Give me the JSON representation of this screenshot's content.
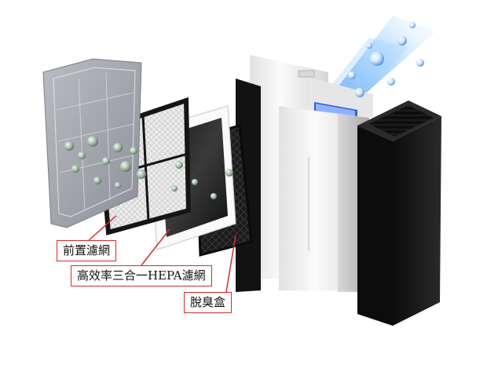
{
  "labels": {
    "prefilter": "前置濾網",
    "hepa": "高效率三合一HEPA濾網",
    "deodorizer": "脫臭盒"
  },
  "colors": {
    "callout_border": "#d62b2b",
    "leader_line": "#d62b2b",
    "airflow": "#3a8de8",
    "purifier_body": "#f2f2f2",
    "dark_panel": "#141414"
  }
}
